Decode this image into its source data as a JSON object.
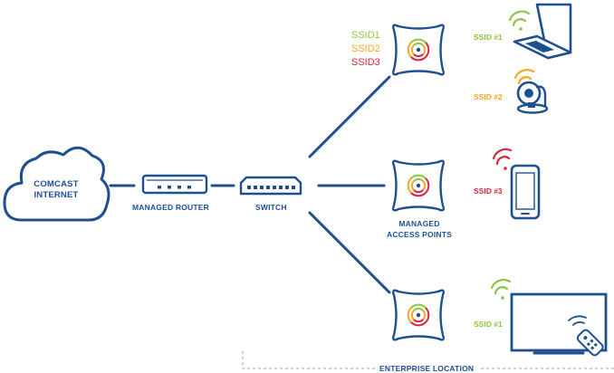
{
  "colors": {
    "primary": "#1d4f91",
    "green": "#8cc63f",
    "orange": "#f7a823",
    "red": "#d7263d",
    "dashed_border": "#9aa5b1"
  },
  "cloud": {
    "line1": "COMCAST",
    "line2": "INTERNET",
    "icon": "cloud-icon"
  },
  "router": {
    "label": "MANAGED ROUTER",
    "icon": "router-icon"
  },
  "switch": {
    "label": "SWITCH",
    "icon": "switch-icon"
  },
  "access_points": {
    "label_line1": "MANAGED",
    "label_line2": "ACCESS POINTS",
    "icon": "access-point-icon",
    "legend": [
      "SSID1",
      "SSID2",
      "SSID3"
    ]
  },
  "clients": [
    {
      "ssid": "SSID #1",
      "device": "laptop-icon",
      "color": "green"
    },
    {
      "ssid": "SSID #2",
      "device": "webcam-icon",
      "color": "orange"
    },
    {
      "ssid": "SSID #3",
      "device": "smartphone-icon",
      "color": "red"
    },
    {
      "ssid": "SSID #1",
      "device": "tv-icon",
      "color": "green"
    }
  ],
  "enterprise": {
    "label": "ENTERPRISE LOCATION"
  }
}
